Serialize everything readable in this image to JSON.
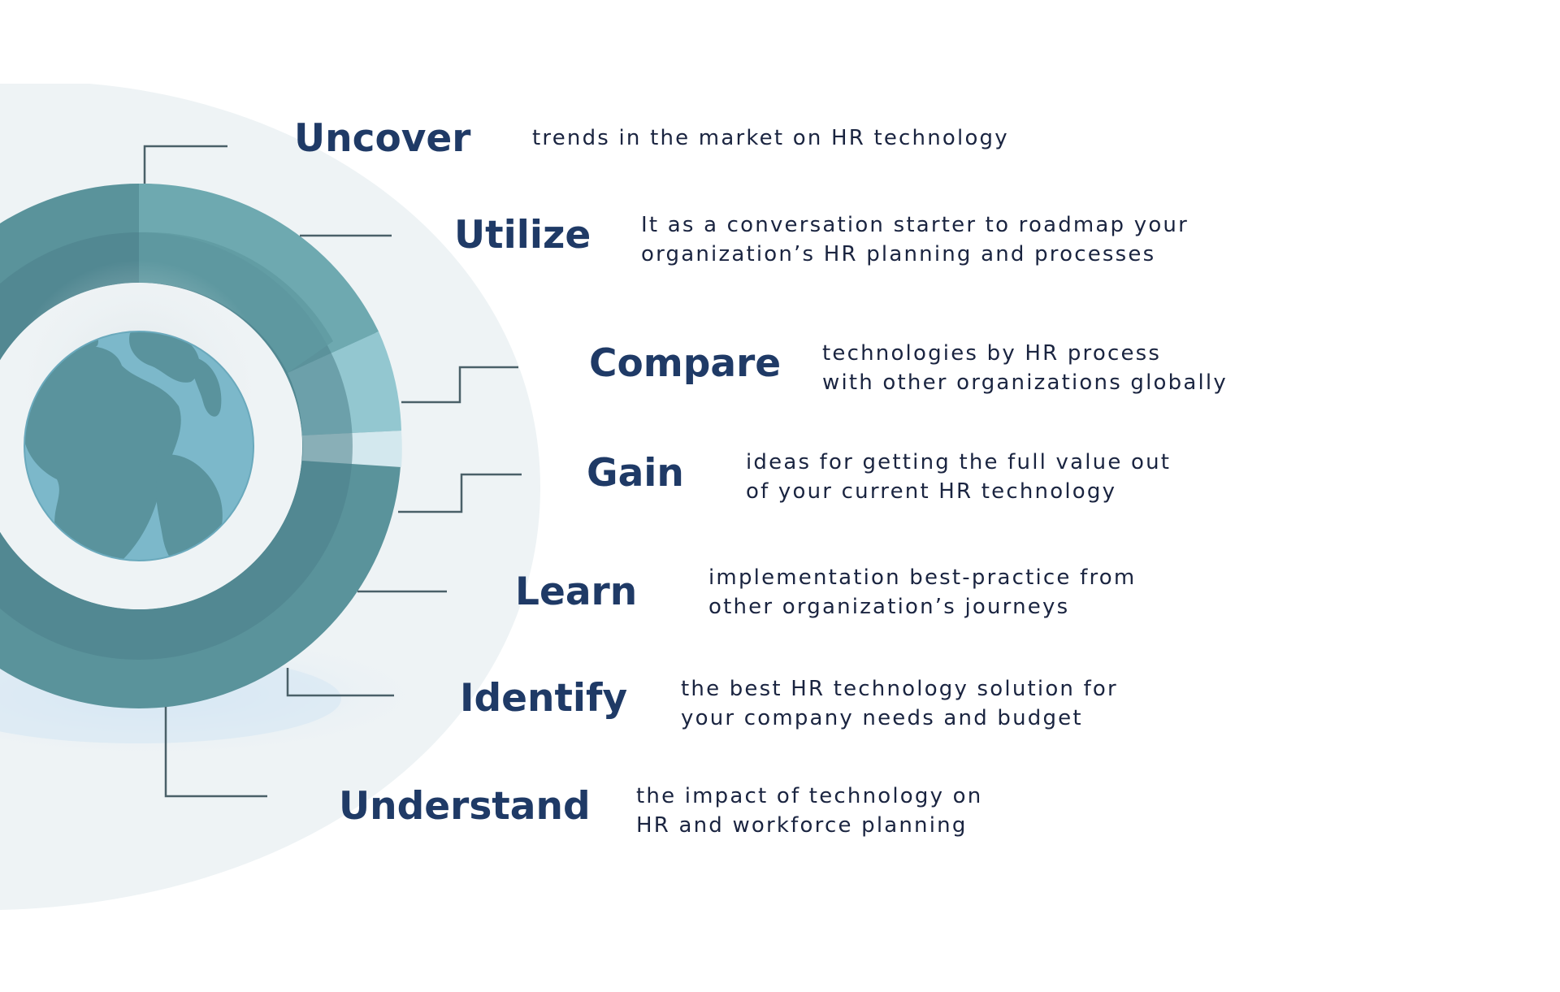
{
  "colors": {
    "keyword": "#1f3a66",
    "description": "#1a2440",
    "backdrop": "#eef3f5",
    "ring_dark": "#4f8590",
    "ring_light": "#6aa6ad",
    "ring_pale": "#93c6cf",
    "globe_water": "#7db9cb",
    "globe_land": "#5a929c",
    "connector": "#4a6068"
  },
  "items": [
    {
      "keyword": "Uncover",
      "lines": [
        "trends in the market on HR technology"
      ]
    },
    {
      "keyword": "Utilize",
      "lines": [
        "It as a conversation starter to roadmap your",
        "organization’s HR planning and processes"
      ]
    },
    {
      "keyword": "Compare",
      "lines": [
        "technologies by HR process",
        "with other organizations globally"
      ]
    },
    {
      "keyword": "Gain",
      "lines": [
        "ideas for getting the full value out",
        "of your current HR technology"
      ]
    },
    {
      "keyword": "Learn",
      "lines": [
        "implementation best-practice from",
        "other organization’s journeys"
      ]
    },
    {
      "keyword": "Identify",
      "lines": [
        "the best HR technology solution for",
        "your company needs and budget"
      ]
    },
    {
      "keyword": "Understand",
      "lines": [
        "the impact of technology on",
        "HR and workforce planning"
      ]
    }
  ]
}
